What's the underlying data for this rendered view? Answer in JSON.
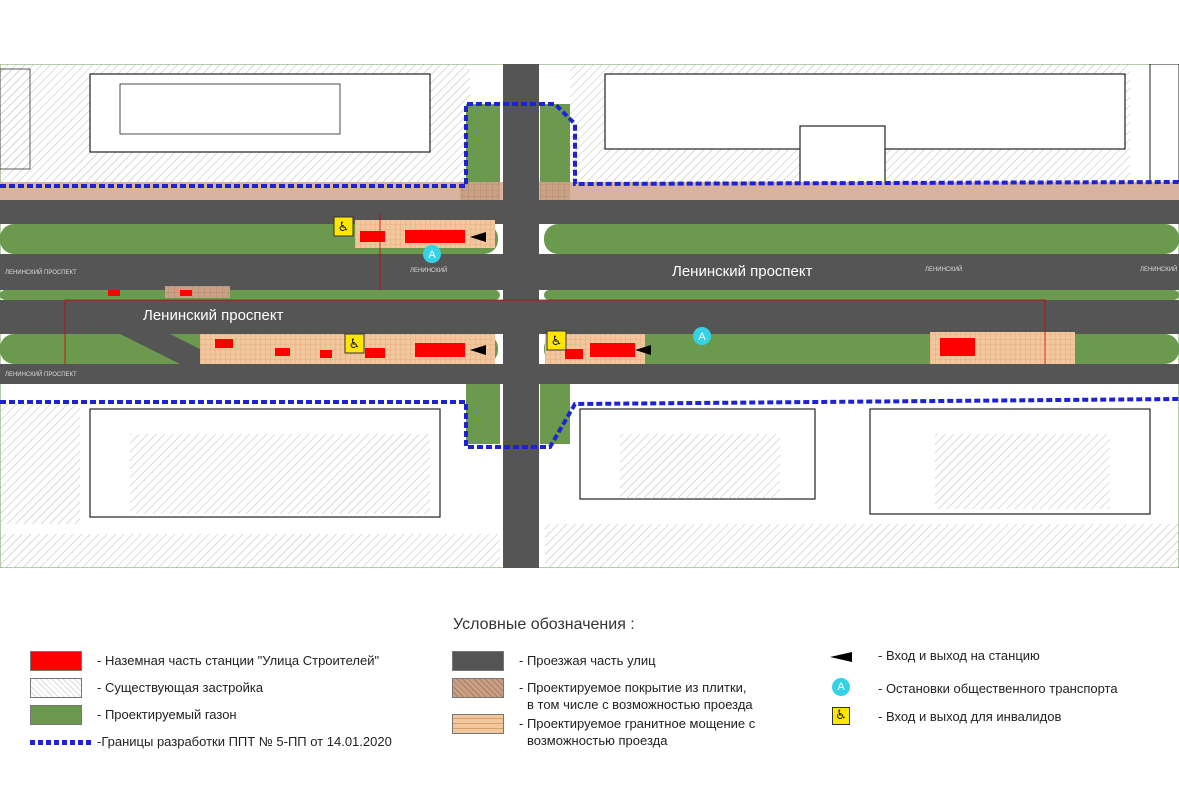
{
  "map": {
    "street_labels": {
      "north_road": "Ленинский проспект",
      "south_road": "Ленинский проспект",
      "small_west_north": "ЛЕНИНСКИЙ ПРОСПЕКТ",
      "small_west_south": "ЛЕНИНСКИЙ ПРОСПЕКТ",
      "small_east_north": "ЛЕНИНСКИЙ",
      "small_east_far": "ЛЕНИНСКИЙ",
      "small_cross_label": "ЛЕНИНСКИЙ"
    },
    "bus_stop_symbol": "A",
    "colors": {
      "road": "#555555",
      "grass": "#6b9a4f",
      "station": "#ff0000",
      "boundary": "#1e22d4",
      "tile": "#c79b80",
      "granite": "#f2c49a",
      "bus_stop": "#35d2e6",
      "wheelchair": "#ffe600"
    }
  },
  "legend": {
    "title": "Условные обозначения :",
    "items": [
      {
        "key": "station",
        "text": "- Наземная часть станции \"Улица Строителей\""
      },
      {
        "key": "buildings",
        "text": "- Существующая застройка"
      },
      {
        "key": "lawn",
        "text": "- Проектируемый газон"
      },
      {
        "key": "boundary",
        "text": "-Границы разработки ППТ № 5-ПП от 14.01.2020"
      },
      {
        "key": "roadway",
        "text": "- Проезжая часть улиц"
      },
      {
        "key": "tiles_line1",
        "text": "- Проектируемое покрытие из плитки,"
      },
      {
        "key": "tiles_line2",
        "text": "в том числе с возможностью проезда"
      },
      {
        "key": "granite_line1",
        "text": "- Проектируемое гранитное мощение с"
      },
      {
        "key": "granite_line2",
        "text": "возможностью проезда"
      },
      {
        "key": "entrance",
        "text": "- Вход и выход на станцию"
      },
      {
        "key": "bus",
        "text": "- Остановки общественного транспорта"
      },
      {
        "key": "disabled",
        "text": "- Вход и выход для инвалидов"
      }
    ],
    "bus_symbol": "A",
    "wheelchair_symbol": "♿"
  }
}
